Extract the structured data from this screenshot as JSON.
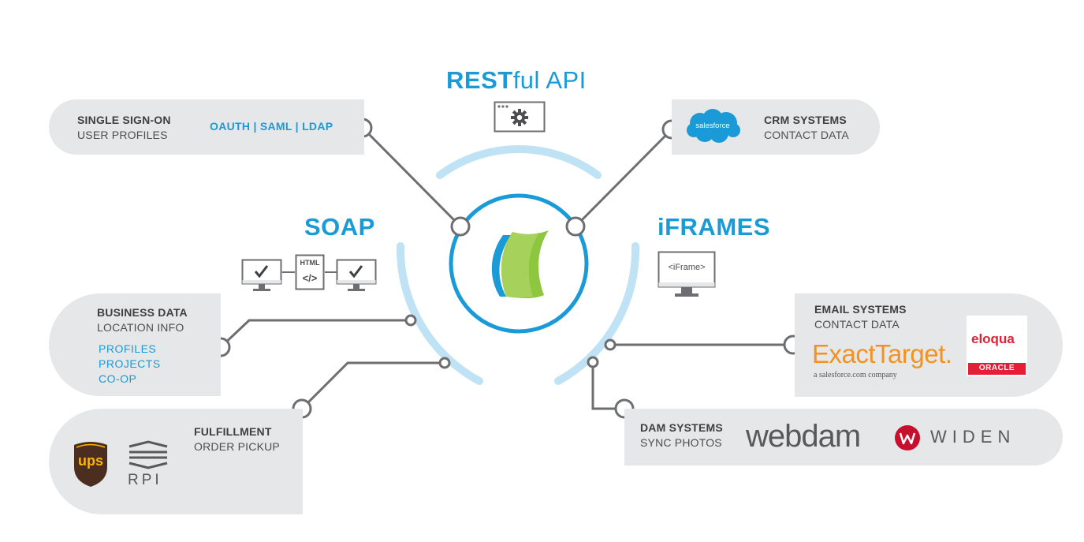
{
  "titles": {
    "rest_bold": "REST",
    "rest_light": "ful API",
    "soap": "SOAP",
    "iframes": "iFRAMES"
  },
  "sso": {
    "line1": "SINGLE SIGN-ON",
    "line2": "USER PROFILES",
    "protocols": "OAUTH | SAML | LDAP"
  },
  "crm": {
    "line1": "CRM SYSTEMS",
    "line2": "CONTACT DATA",
    "logo_text": "salesforce"
  },
  "business": {
    "line1": "BUSINESS DATA",
    "line2": "LOCATION INFO",
    "items": [
      "PROFILES",
      "PROJECTS",
      "CO-OP"
    ]
  },
  "fulfillment": {
    "line1": "FULFILLMENT",
    "line2": "ORDER PICKUP",
    "ups": "ups",
    "rpi": "RPI"
  },
  "email": {
    "line1": "EMAIL SYSTEMS",
    "line2": "CONTACT DATA",
    "exacttarget": "ExactTarget.",
    "exacttarget_sub": "a salesforce.com company",
    "eloqua": "eloqua",
    "oracle": "ORACLE"
  },
  "dam": {
    "line1": "DAM SYSTEMS",
    "line2": "SYNC PHOTOS",
    "webdam": "webdam",
    "widen": "WIDEN"
  },
  "icons": {
    "iframe_label": "<iFrame>",
    "html_label": "HTML",
    "html_code": "</>"
  },
  "colors": {
    "accent_blue": "#1a9bd7",
    "light_blue": "#bfe3f5",
    "panel_gray": "#e6e7e8",
    "wire_gray": "#6d6e71",
    "logo_green": "#8dc63f"
  }
}
